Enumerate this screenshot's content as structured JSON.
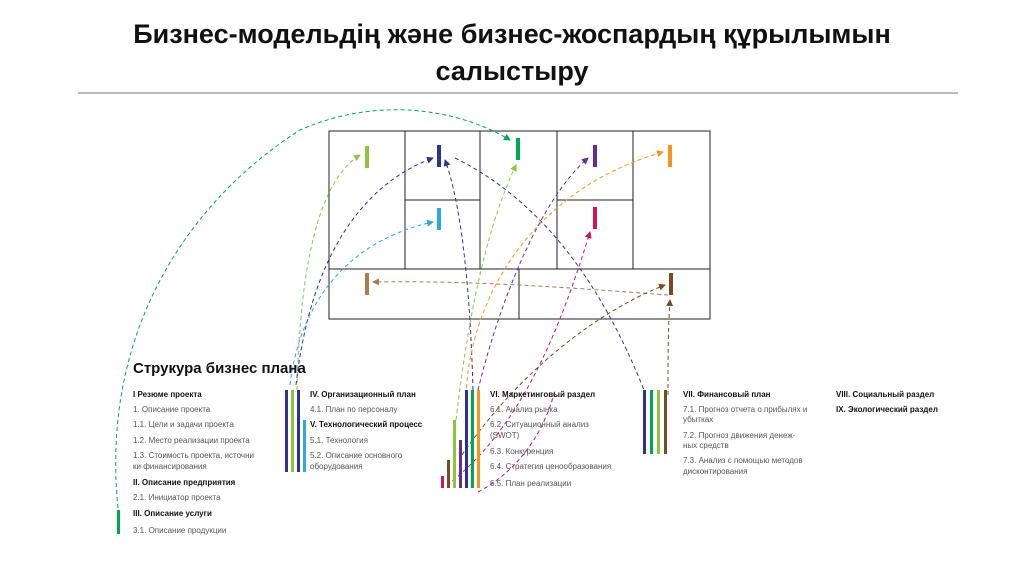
{
  "slide": {
    "title_line1": "Бизнес-модельдің және бизнес-жоспардың құрылымын",
    "title_line2": "салыстыру"
  },
  "plan": {
    "heading": "Струкура бизнес плана",
    "col1": [
      {
        "text": "I Резюме проекта",
        "bold": true
      },
      {
        "text": "1. Описание проекта",
        "bold": false
      },
      {
        "text": "1.1. Цели и задачи проекта",
        "bold": false
      },
      {
        "text": "1.2. Место реализации проекта",
        "bold": false
      },
      {
        "text": "1.3. Стоимость проекта, источни",
        "bold": false
      },
      {
        "text": "ки финансирования",
        "bold": false
      },
      {
        "text": "II. Описание предприятия",
        "bold": true
      },
      {
        "text": "2.1. Инициатор проекта",
        "bold": false
      },
      {
        "text": "III. Описание услуги",
        "bold": true
      },
      {
        "text": "3.1. Описание продукции",
        "bold": false
      }
    ],
    "col2": [
      {
        "text": "IV. Организационный план",
        "bold": true
      },
      {
        "text": "4.1. План по персоналу",
        "bold": false
      },
      {
        "text": "V. Технологический процесс",
        "bold": true
      },
      {
        "text": "5.1. Технология",
        "bold": false
      },
      {
        "text": "5.2. Описание основного",
        "bold": false
      },
      {
        "text": "оборудования",
        "bold": false
      }
    ],
    "col3": [
      {
        "text": "VI. Маркетинговый раздел",
        "bold": true
      },
      {
        "text": "6.1. Анализ рынка",
        "bold": false
      },
      {
        "text": "6.2. Ситуационный анализ",
        "bold": false
      },
      {
        "text": "(SWOT)",
        "bold": false
      },
      {
        "text": "6.3. Конкуренция",
        "bold": false
      },
      {
        "text": "6.4. Стратегия ценообразования",
        "bold": false
      },
      {
        "text": "6.5. План реализации",
        "bold": false
      }
    ],
    "col4": [
      {
        "text": "VII. Финансовый план",
        "bold": true
      },
      {
        "text": "7.1. Прогноз отчета о прибылях и",
        "bold": false
      },
      {
        "text": "убытках",
        "bold": false
      },
      {
        "text": "7.2. Прогноз движения денеж-",
        "bold": false
      },
      {
        "text": "ных средств",
        "bold": false
      },
      {
        "text": "7.3. Анализ с помощью методов",
        "bold": false
      },
      {
        "text": "дисконтирования",
        "bold": false
      }
    ],
    "col5": [
      {
        "text": "VIII. Социальный раздел",
        "bold": true
      },
      {
        "text": "IX. Экологический раздел",
        "bold": true
      }
    ]
  },
  "colors": {
    "green_light": "#8cc63f",
    "navy": "#2e3192",
    "green": "#00a651",
    "purple": "#662d91",
    "orange": "#f7941d",
    "cyan": "#29abe2",
    "crimson": "#d4145a",
    "tan": "#a67c52",
    "brown": "#754c24",
    "pink": "#d4145a"
  }
}
